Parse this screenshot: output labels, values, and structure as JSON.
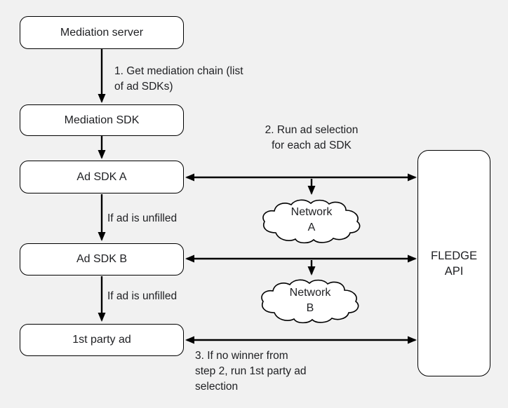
{
  "colors": {
    "background": "#f1f1f1",
    "node_fill": "#ffffff",
    "node_stroke": "#000000",
    "arrow": "#000000",
    "text": "#202124"
  },
  "nodes": {
    "mediation_server": {
      "label": "Mediation server"
    },
    "mediation_sdk": {
      "label": "Mediation SDK"
    },
    "ad_sdk_a": {
      "label": "Ad SDK A"
    },
    "ad_sdk_b": {
      "label": "Ad SDK B"
    },
    "first_party_ad": {
      "label": "1st party ad"
    },
    "fledge_api": {
      "label": "FLEDGE\nAPI"
    },
    "network_a": {
      "label": "Network\nA"
    },
    "network_b": {
      "label": "Network\nB"
    }
  },
  "annotations": {
    "step1": "1. Get mediation chain (list\nof ad SDKs)",
    "step2": "2. Run ad selection\nfor each ad SDK",
    "if_unfilled_1": "If ad is unfilled",
    "if_unfilled_2": "If ad is unfilled",
    "step3": "3. If no winner from\nstep 2, run 1st party ad\nselection"
  }
}
